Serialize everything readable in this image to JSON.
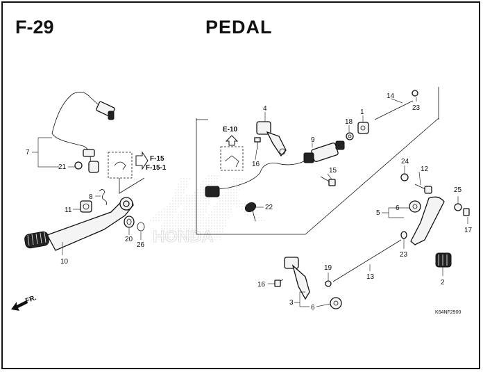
{
  "header": {
    "section_code": "F-29",
    "section_title": "PEDAL"
  },
  "references": {
    "f15": "F-15",
    "f151": "F-15-1",
    "e10": "E-10"
  },
  "callouts": {
    "p1": "1",
    "p2": "2",
    "p3": "3",
    "p4": "4",
    "p5": "5",
    "p6a": "6",
    "p6b": "6",
    "p7": "7",
    "p8": "8",
    "p9": "9",
    "p10": "10",
    "p11": "11",
    "p12": "12",
    "p13": "13",
    "p14": "14",
    "p15": "15",
    "p16a": "16",
    "p16b": "16",
    "p17": "17",
    "p18": "18",
    "p19": "19",
    "p20": "20",
    "p21": "21",
    "p22": "22",
    "p23a": "23",
    "p23b": "23",
    "p24": "24",
    "p25": "25",
    "p26": "26"
  },
  "direction_label": "FR.",
  "watermark": "HONDA",
  "diagram_code": "K64NF2900"
}
